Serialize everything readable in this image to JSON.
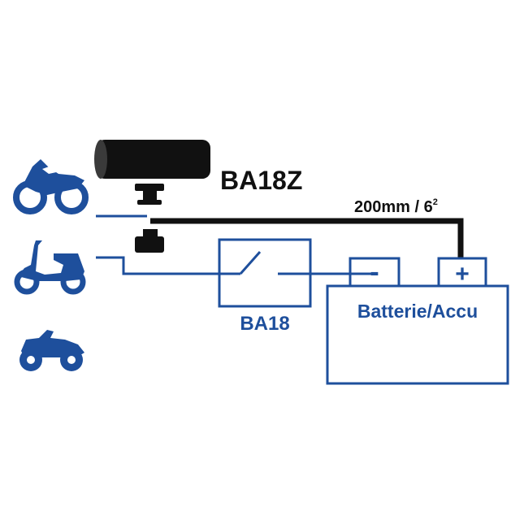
{
  "colors": {
    "blue": "#1e4f9c",
    "black": "#111111",
    "background": "#ffffff"
  },
  "vehicle_icons": [
    "motorcycle-icon",
    "scooter-icon",
    "quad-atv-icon"
  ],
  "switch_top_label": "BA18Z",
  "cable_label": "200mm / 6",
  "cable_label_superscript": "2",
  "switch_box_label": "BA18",
  "battery_label": "Batterie/Accu",
  "negative_terminal_symbol": "-",
  "positive_terminal_symbol": "+"
}
